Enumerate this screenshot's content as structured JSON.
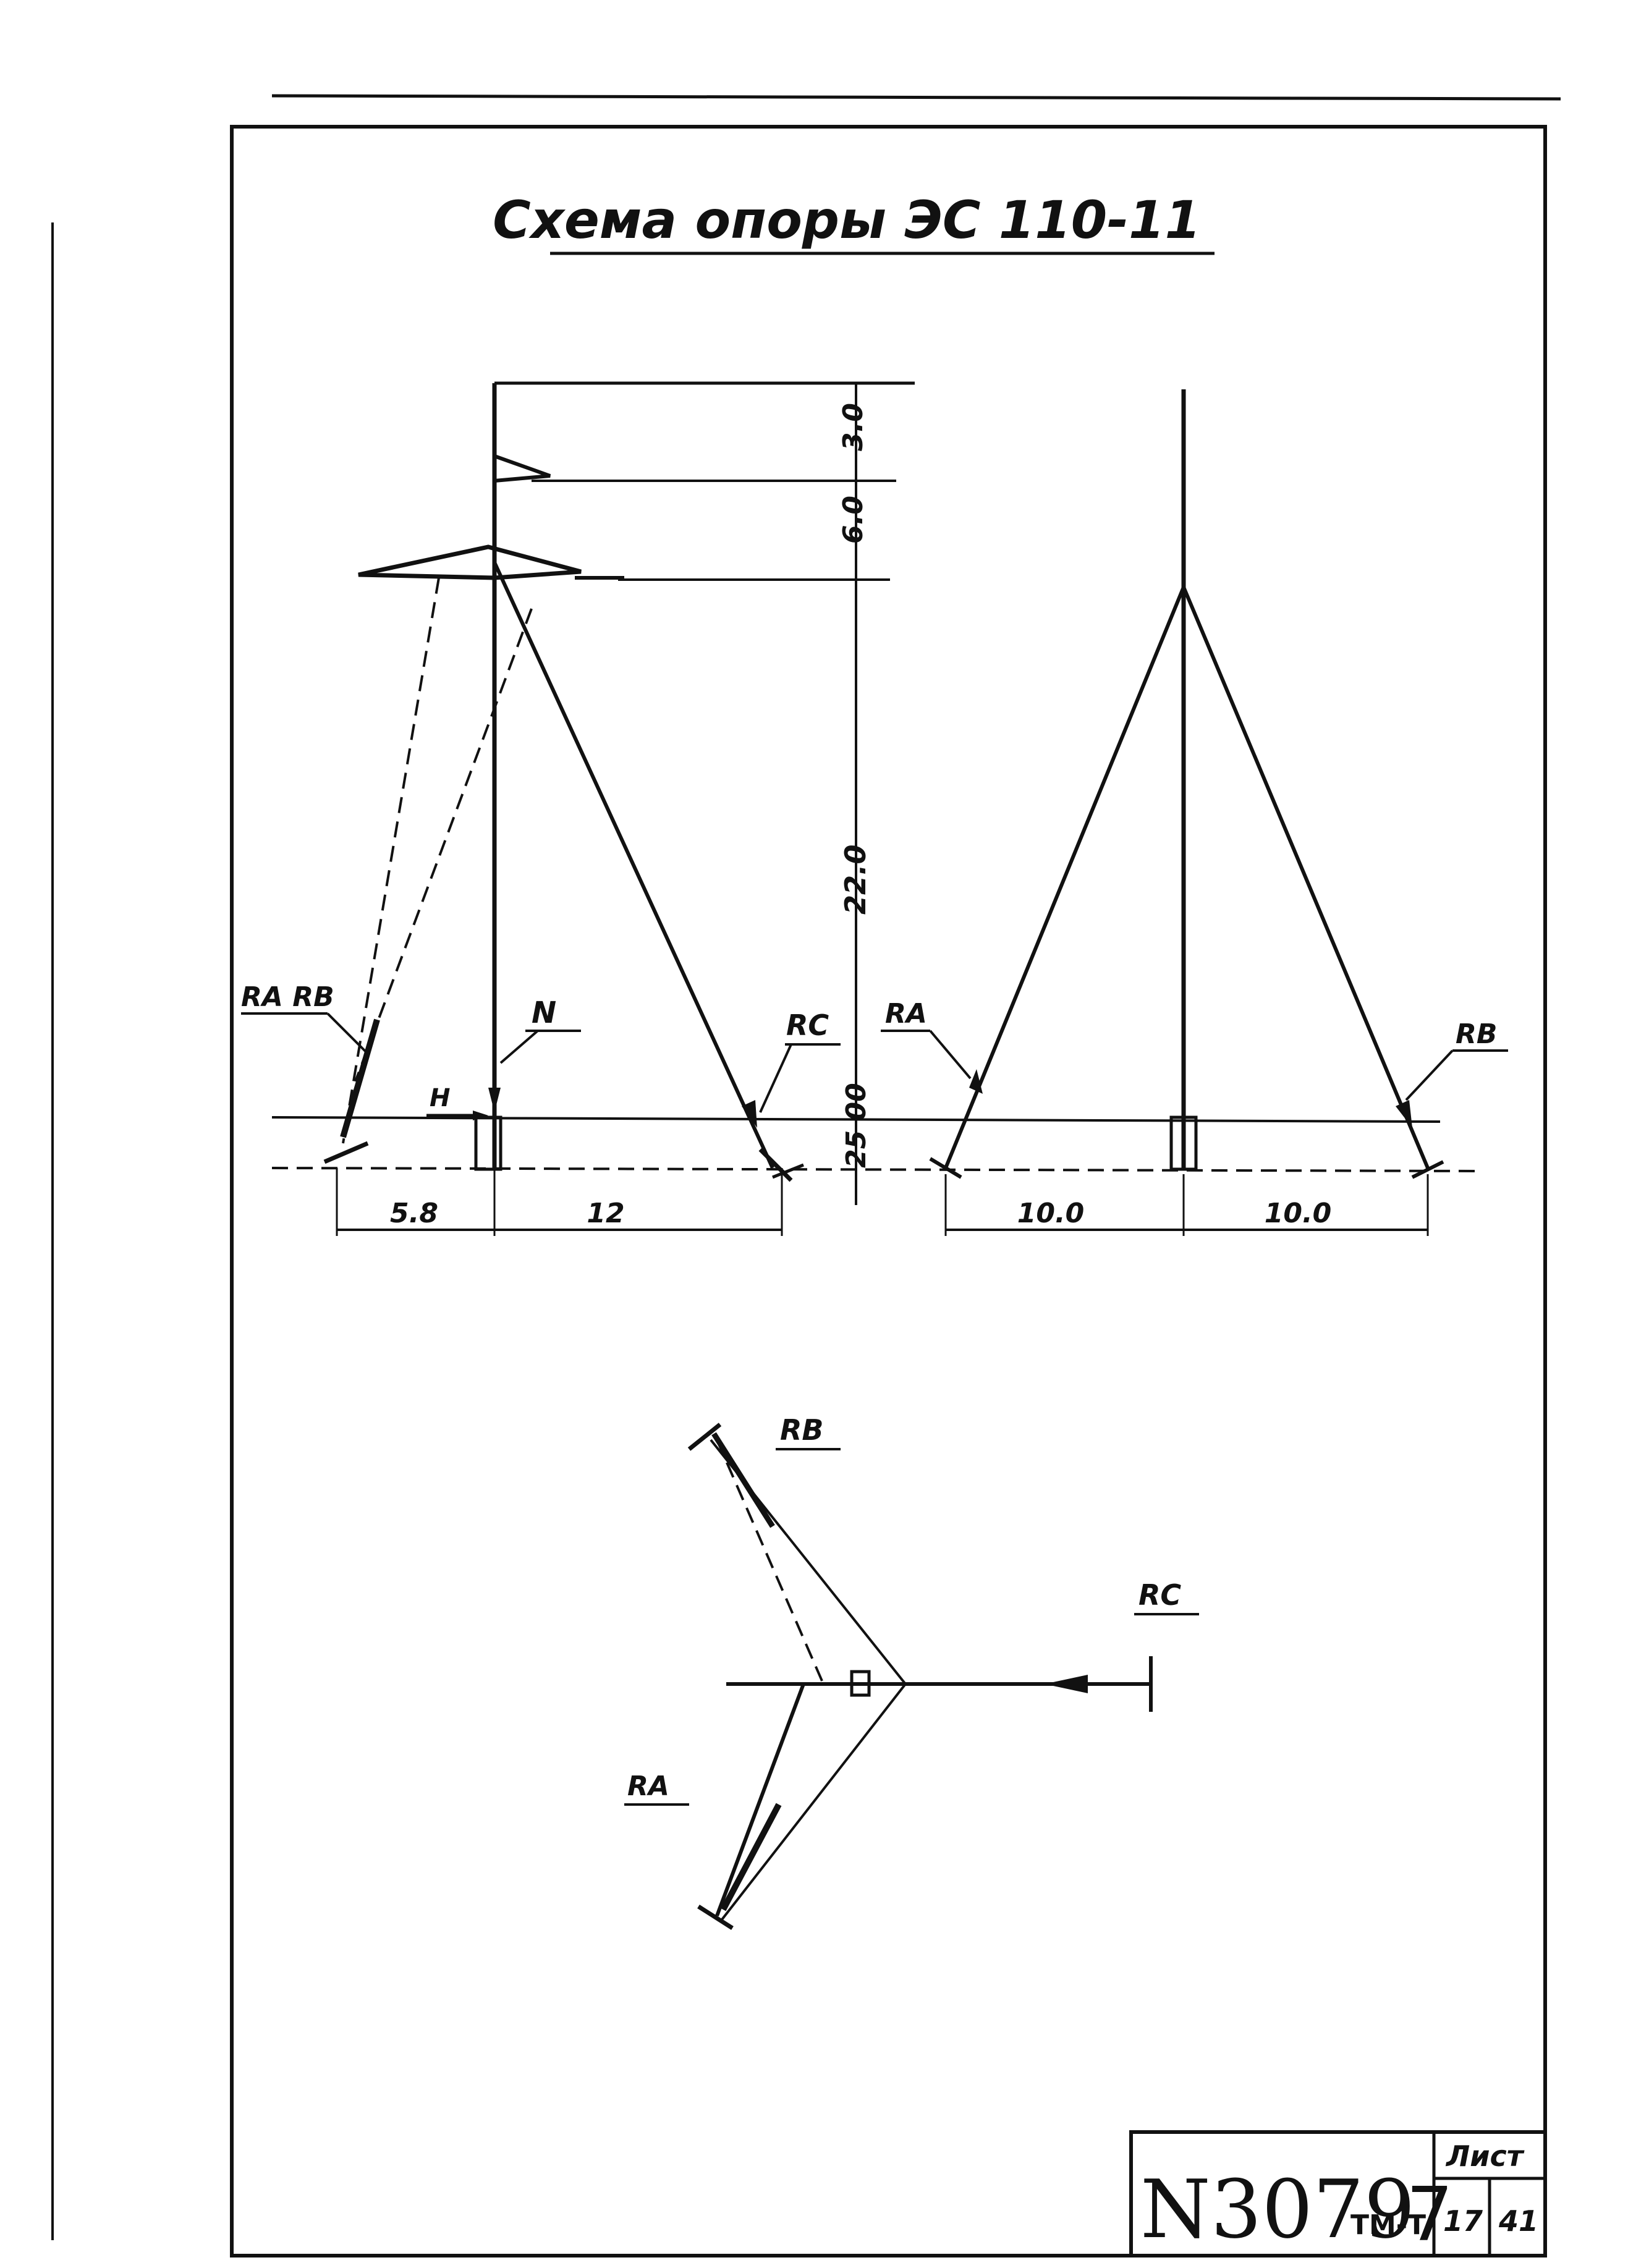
{
  "title": "Схема опоры ЭС 110-11",
  "elevation": {
    "dimensions_vertical": [
      "3.0",
      "6.0",
      "22.0",
      "25 00"
    ],
    "dimensions_horizontal": [
      "5.8",
      "12",
      "10.0",
      "10.0"
    ],
    "force_labels": {
      "ra_rb": "RA RB",
      "n": "N",
      "h": "H",
      "rc": "RC",
      "ra": "RA",
      "rb": "RB"
    }
  },
  "plan": {
    "force_labels": {
      "rb": "RB",
      "rc": "RC",
      "ra": "RA"
    }
  },
  "stamp": {
    "doc_number": "N3079",
    "series": "ТМ-Т",
    "part": "7",
    "sheet_header": "Лист",
    "sheet_no": "17",
    "total": "41"
  }
}
